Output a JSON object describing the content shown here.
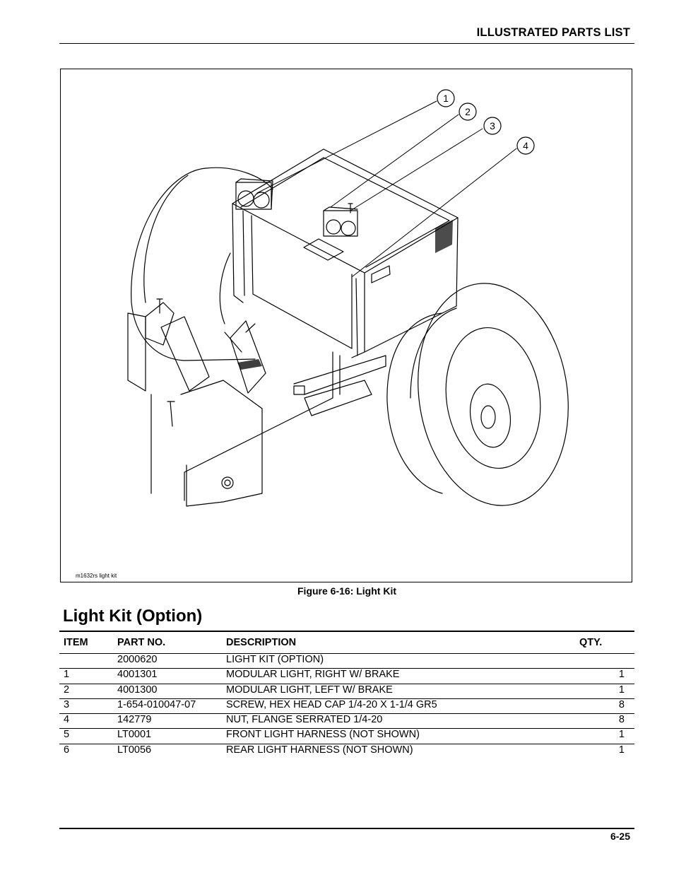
{
  "header": {
    "title": "ILLUSTRATED PARTS LIST"
  },
  "figure": {
    "id_text": "m1632rs light kit",
    "caption": "Figure 6-16:  Light Kit",
    "callouts": [
      "1",
      "2",
      "3",
      "4"
    ]
  },
  "section": {
    "title": "Light Kit (Option)"
  },
  "table": {
    "columns": [
      "ITEM",
      "PART NO.",
      "DESCRIPTION",
      "QTY."
    ],
    "rows": [
      {
        "item": "",
        "part": "2000620",
        "desc": "LIGHT KIT (OPTION)",
        "qty": ""
      },
      {
        "item": "1",
        "part": "4001301",
        "desc": "MODULAR LIGHT, RIGHT W/ BRAKE",
        "qty": "1"
      },
      {
        "item": "2",
        "part": "4001300",
        "desc": "MODULAR LIGHT, LEFT W/ BRAKE",
        "qty": "1"
      },
      {
        "item": "3",
        "part": "1-654-010047-07",
        "desc": "SCREW, HEX HEAD CAP 1/4-20 X 1-1/4 GR5",
        "qty": "8"
      },
      {
        "item": "4",
        "part": "142779",
        "desc": "NUT, FLANGE SERRATED 1/4-20",
        "qty": "8"
      },
      {
        "item": "5",
        "part": "LT0001",
        "desc": "FRONT LIGHT HARNESS (NOT SHOWN)",
        "qty": "1"
      },
      {
        "item": "6",
        "part": "LT0056",
        "desc": "REAR LIGHT HARNESS (NOT SHOWN)",
        "qty": "1"
      }
    ]
  },
  "footer": {
    "page_number": "6-25"
  }
}
